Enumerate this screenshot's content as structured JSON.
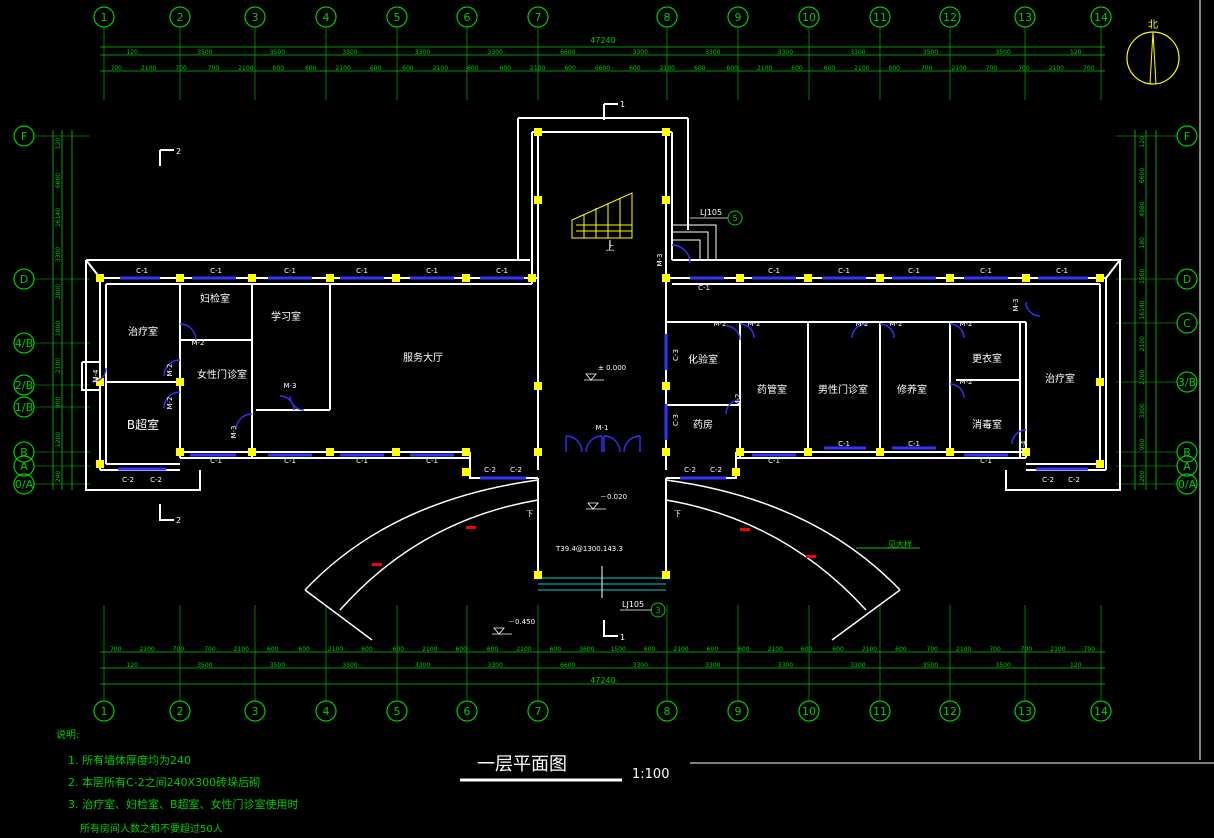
{
  "axes_h": [
    "1",
    "2",
    "3",
    "4",
    "5",
    "6",
    "7",
    "8",
    "9",
    "10",
    "11",
    "12",
    "13",
    "14"
  ],
  "axes_v_left": [
    "F",
    "D",
    "4/B",
    "2/B",
    "1/B",
    "B",
    "A",
    "0/A"
  ],
  "axes_v_right": [
    "F",
    "D",
    "C",
    "3/B",
    "B",
    "A",
    "0/A"
  ],
  "north_label": "北",
  "overall_dim": "47240",
  "top_dims_row1": [
    "120",
    "3500",
    "3500",
    "3300",
    "3300",
    "3300",
    "6600",
    "3300",
    "3300",
    "3300",
    "3300",
    "3500",
    "3500",
    "120"
  ],
  "top_dims_row2": [
    "700",
    "2100",
    "700",
    "700",
    "2100",
    "600",
    "600",
    "2100",
    "600",
    "600",
    "2100",
    "600",
    "600",
    "2100",
    "600",
    "6600",
    "600",
    "2100",
    "600",
    "600",
    "2100",
    "600",
    "600",
    "2100",
    "600",
    "700",
    "2100",
    "700",
    "700",
    "2100",
    "700"
  ],
  "bottom_dims_row1": [
    "700",
    "2100",
    "700",
    "700",
    "2100",
    "600",
    "600",
    "2100",
    "600",
    "600",
    "2100",
    "600",
    "600",
    "2100",
    "600",
    "3600",
    "1500",
    "600",
    "2100",
    "600",
    "600",
    "2100",
    "600",
    "600",
    "2100",
    "600",
    "700",
    "2100",
    "700",
    "700",
    "2100",
    "700"
  ],
  "bottom_dims_row2": [
    "120",
    "3500",
    "3500",
    "3300",
    "3300",
    "3300",
    "6600",
    "3300",
    "3300",
    "3300",
    "3300",
    "3500",
    "3500",
    "120"
  ],
  "left_dims": [
    "120",
    "6600",
    "16140",
    "3300",
    "2800",
    "1800",
    "2100",
    "900",
    "1200",
    "240"
  ],
  "right_dims": [
    "120",
    "6600",
    "4980",
    "180",
    "1500",
    "16140",
    "2100",
    "2700",
    "3300",
    "900",
    "1200"
  ],
  "rooms": {
    "treatment_left": "治疗室",
    "gyn_exam": "妇检室",
    "study": "学习室",
    "female_clinic": "女性门诊室",
    "b_ultra": "B超室",
    "service_hall": "服务大厅",
    "lab": "化验室",
    "pharmacy": "药房",
    "drug_store": "药管室",
    "male_clinic": "男性门诊室",
    "rest": "修养室",
    "changing": "更衣室",
    "disinfect": "消毒室",
    "treatment_right": "治疗室"
  },
  "labels": {
    "elev_0": "± 0.000",
    "elev_020": "－0.020",
    "elev_450": "－0.450",
    "up": "上",
    "down_l": "下",
    "down_r": "下",
    "ramp_note": "T39.4@1300.143.3",
    "big_steps": "见大样",
    "lj_top": "LJ105",
    "lj_bottom": "LJ105",
    "lj_num_top": "5",
    "lj_num_bottom": "3",
    "section_1": "1",
    "section_2": "2"
  },
  "windows": {
    "c1": "C-1",
    "c2": "C-2",
    "c3": "C-3"
  },
  "doors": {
    "m1": "M-1",
    "m2": "M-2",
    "m3": "M-3",
    "m4": "M-4"
  },
  "notes": {
    "heading": "说明:",
    "n1": "1. 所有墙体厚度均为240",
    "n2": "2. 本层所有C-2之间240X300砖垛后砌",
    "n3": "3. 治疗室、妇检室、B超室、女性门诊室使用时",
    "n4": "所有房间人数之和不要超过50人"
  },
  "title": "一层平面图",
  "scale": "1:100"
}
